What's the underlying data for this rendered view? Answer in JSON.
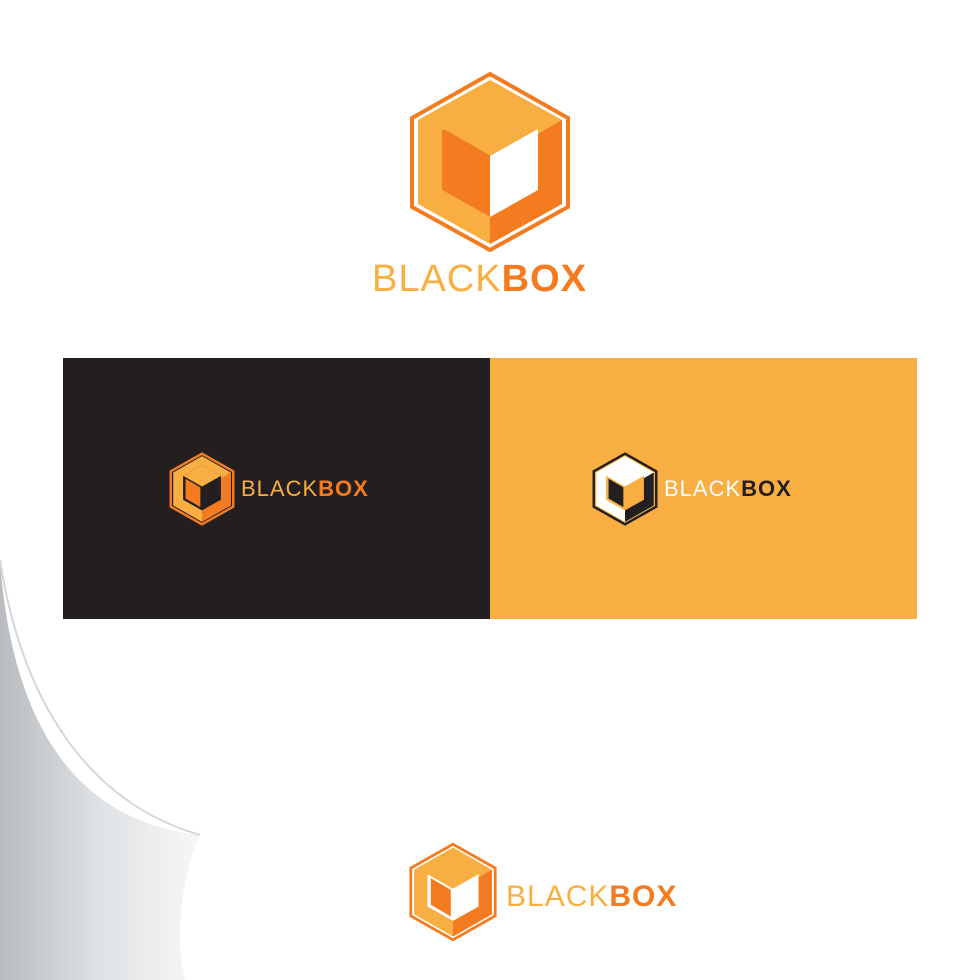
{
  "brand": {
    "name_light": "BLACK",
    "name_bold": "BOX"
  },
  "colors": {
    "orange_light": "#f9ae42",
    "orange_dark": "#f47b20",
    "black": "#231f20",
    "white": "#ffffff"
  },
  "variants": [
    {
      "id": "main",
      "background": "white"
    },
    {
      "id": "on-dark",
      "background": "#231f20"
    },
    {
      "id": "on-orange",
      "background": "#f9ae42"
    },
    {
      "id": "bottom",
      "background": "white"
    }
  ]
}
